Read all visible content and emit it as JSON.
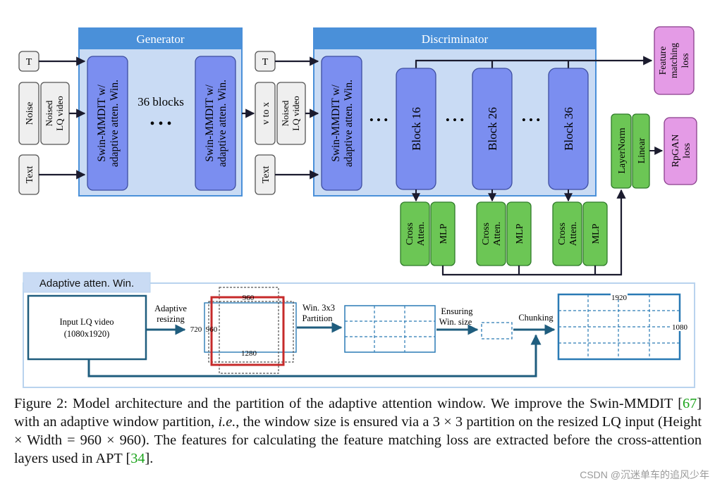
{
  "generator": {
    "title": "Generator",
    "inputs": {
      "t": "T",
      "noise": "Noise",
      "noised_lq": [
        "Noised",
        "LQ video"
      ],
      "text": "Text"
    },
    "block_label": [
      "Swin-MMDIT w/",
      "adaptive atten. Win."
    ],
    "blocks_count": "36 blocks",
    "ellipsis": "• • •"
  },
  "discriminator": {
    "title": "Discriminator",
    "inputs": {
      "t": "T",
      "v_to_x": "v to x",
      "noised_lq": [
        "Noised",
        "LQ video"
      ],
      "text": "Text"
    },
    "first_block": [
      "Swin-MMDIT w/",
      "adaptive atten. Win."
    ],
    "blocks": [
      "Block 16",
      "Block 26",
      "Block 36"
    ],
    "cross_atten": [
      "Cross",
      "Atten."
    ],
    "mlp": "MLP",
    "dots": "• • •"
  },
  "heads": {
    "layernorm": "LayerNorm",
    "linear": "Linear",
    "feature_matching_loss": [
      "Feature",
      "matching",
      "loss"
    ],
    "rpgan_loss": [
      "RpGAN",
      "loss"
    ]
  },
  "adaptive_window": {
    "title": "Adaptive atten. Win.",
    "input_label": [
      "Input LQ video",
      "(1080x1920)"
    ],
    "step_resize": [
      "Adaptive",
      "resizing"
    ],
    "dim_960_top": "960",
    "dim_720": "720",
    "dim_960_left": "960",
    "dim_1280": "1280",
    "step_partition": [
      "Win. 3x3",
      "Partition"
    ],
    "step_ensure": [
      "Ensuring",
      "Win. size"
    ],
    "step_chunk": "Chunking",
    "dim_1920": "1920",
    "dim_1080": "1080"
  },
  "caption": {
    "p1": "Figure 2:  Model architecture and the partition of the adaptive attention window. We improve the Swin-MMDIT [",
    "ref1": "67",
    "p2": "] with an adaptive window partition, ",
    "ie": "i.e.",
    "p3": ", the window size is ensured via a 3 × 3 partition on the resized LQ input (Height × Width = 960 × 960). The features for calculating the feature matching loss are extracted before the cross-attention layers used in APT [",
    "ref2": "34",
    "p4": "]."
  },
  "watermark": "CSDN @沉迷单车的追风少年",
  "colors": {
    "panel_blue": "#4a90d9",
    "panel_fill": "#c9dbf4",
    "block_blue": "#7b8ef0",
    "green": "#6cc655",
    "pink": "#e49be6",
    "red": "#c62a2a",
    "teal_arrow": "#1f5d7e",
    "grid_blue": "#2a7ab5"
  }
}
